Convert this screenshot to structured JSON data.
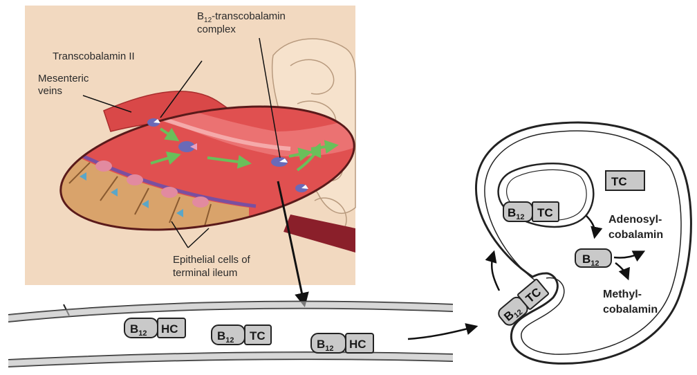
{
  "illustration": {
    "labels": {
      "complex_line1": "B",
      "complex_sub": "12",
      "complex_line1_rest": "-transcobalamin",
      "complex_line2": "complex",
      "transcobalamin": "Transcobalamin II",
      "mesenteric_line1": "Mesenteric",
      "mesenteric_line2": "veins",
      "epithelial_line1": "Epithelial cells of",
      "epithelial_line2": "terminal ileum"
    }
  },
  "vessel": {
    "complexes": [
      {
        "b": "B",
        "sub": "12",
        "partner": "HC"
      },
      {
        "b": "B",
        "sub": "12",
        "partner": "TC"
      },
      {
        "b": "B",
        "sub": "12",
        "partner": "HC"
      }
    ]
  },
  "cell": {
    "free_tc": "TC",
    "inner_complex": {
      "b": "B",
      "sub": "12",
      "partner": "TC"
    },
    "entering_complex": {
      "b": "B",
      "sub": "12",
      "partner": "TC"
    },
    "free_b12": {
      "b": "B",
      "sub": "12"
    },
    "adenosyl_line1": "Adenosyl-",
    "adenosyl_line2": "cobalamin",
    "methyl_line1": "Methyl-",
    "methyl_line2": "cobalamin"
  },
  "colors": {
    "panel_bg": "#f2d9c0",
    "lens_fill": "#c83a3a",
    "epithelium": "#d9a36b",
    "complex_gray": "#c9c9c9",
    "arrow_green": "#6abf5a"
  }
}
